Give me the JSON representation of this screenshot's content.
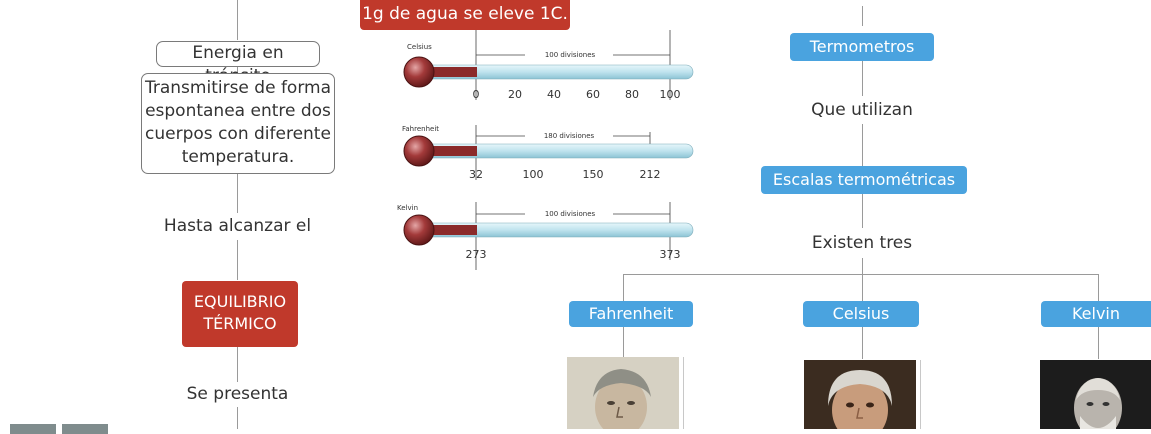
{
  "left_column": {
    "box1": "Energia en tránsito",
    "box2_lines": [
      "Transmitirse de forma",
      "espontanea entre dos",
      "cuerpos con diferente",
      "temperatura."
    ],
    "text1": "Hasta alcanzar el",
    "red_lines": [
      "EQUILIBRIO",
      "TÉRMICO"
    ],
    "text2": "Se presenta"
  },
  "top_banner": "1g de agua se eleve 1C.",
  "thermometers": [
    {
      "name": "Celsius",
      "span_label": "100 divisiones",
      "ticks": [
        "0",
        "20",
        "40",
        "60",
        "80",
        "100"
      ]
    },
    {
      "name": "Fahrenheit",
      "span_label": "180 divisiones",
      "ticks": [
        "32",
        "100",
        "150",
        "212"
      ]
    },
    {
      "name": "Kelvin",
      "span_label": "100 divisiones",
      "ticks": [
        "273",
        "373"
      ]
    }
  ],
  "right_column": {
    "termometros": "Termometros",
    "que_utilizan": "Que utilizan",
    "escalas": "Escalas termométricas",
    "existen": "Existen tres",
    "scales": [
      "Fahrenheit",
      "Celsius",
      "Kelvin"
    ]
  },
  "colors": {
    "red": "#c0392b",
    "blue": "#4aa3df",
    "thermometer_red": "#8b2a2a",
    "tube": "#bfe3ee"
  }
}
